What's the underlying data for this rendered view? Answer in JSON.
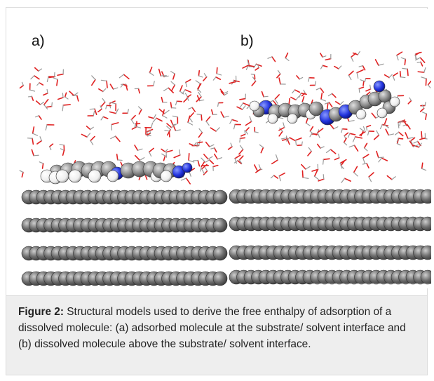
{
  "figure": {
    "panel_a_label": "a)",
    "panel_b_label": "b)"
  },
  "caption": {
    "label": "Figure 2:",
    "text": " Structural models used to derive the free enthalpy of adsorption of a dissolved molecule: (a) adsorbed molecule at the substrate/ solvent interface and (b) dissolved molecule above the substrate/ solvent interface."
  },
  "colors": {
    "substrate_atom": "#6f6f6f",
    "carbon_atom": "#8a8a8a",
    "nitrogen_atom": "#2233dd",
    "hydrogen_atom": "#f2f2f2",
    "water_oxygen": "#e02020",
    "caption_background": "#eeeeee"
  },
  "icons": {
    "atoms": "space-filling-sphere",
    "water": "stick-model"
  }
}
